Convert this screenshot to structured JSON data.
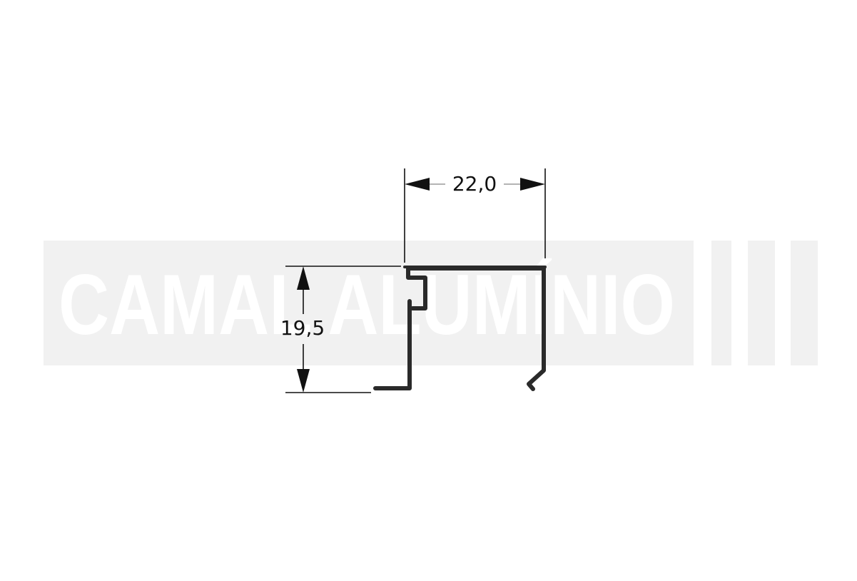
{
  "watermark": {
    "text": "CAMAL ALUMÍNIO",
    "band_color": "#f1f1f1",
    "text_color": "#ffffff"
  },
  "drawing": {
    "profile_color": "#2a2a2a",
    "line_color": "#111111",
    "width_label": "22,0",
    "height_label": "19,5"
  }
}
